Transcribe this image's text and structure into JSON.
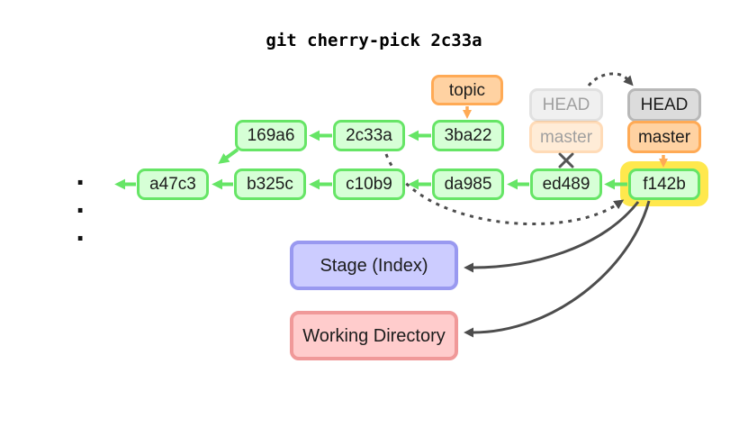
{
  "title": "git cherry-pick 2c33a",
  "commits": {
    "top_row": [
      "169a6",
      "2c33a",
      "3ba22"
    ],
    "main_row": [
      "a47c3",
      "b325c",
      "c10b9",
      "da985",
      "ed489",
      "f142b"
    ]
  },
  "labels": {
    "topic": "topic",
    "head_old": "HEAD",
    "master_old": "master",
    "head_new": "HEAD",
    "master_new": "master",
    "stage": "Stage (Index)",
    "working_directory": "Working Directory",
    "ellipsis": "· · ·"
  },
  "colors": {
    "commit_border": "#66e566",
    "commit_fill": "#d6ffd6",
    "branch_border": "#ffaa55",
    "branch_fill": "#ffd2a2",
    "head_border": "#b8b8b8",
    "head_fill": "#dcdcdc",
    "highlight_yellow": "#ffe84d",
    "stage_border": "#9999f0",
    "stage_fill": "#ccccff",
    "working_dir_border": "#f09999",
    "working_dir_fill": "#ffcccc",
    "dark_arrow": "#4d4d4d",
    "text": "#1c1c1c"
  }
}
